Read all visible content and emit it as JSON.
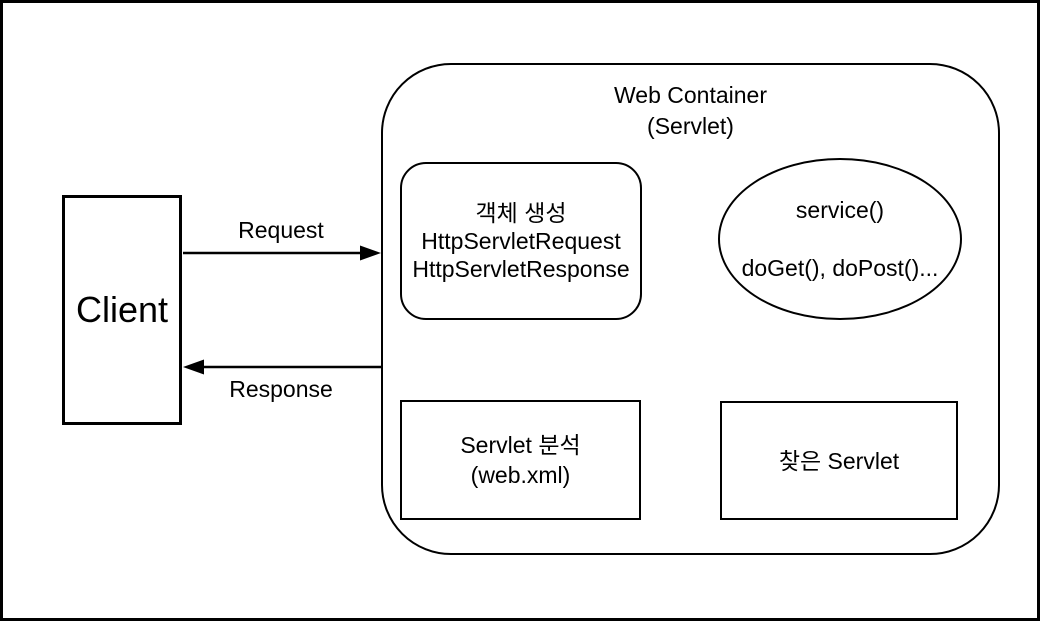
{
  "colors": {
    "stroke": "#000000",
    "background": "#ffffff",
    "text": "#000000"
  },
  "client": {
    "label": "Client"
  },
  "web_container": {
    "title_lines": [
      "Web Container",
      "(Servlet)"
    ]
  },
  "nodes": {
    "object_creation": {
      "lines": [
        "객체 생성",
        "HttpServletRequest",
        "HttpServletResponse"
      ]
    },
    "service_ellipse": {
      "lines": [
        "service()",
        "doGet(), doPost()..."
      ]
    },
    "servlet_analysis": {
      "lines": [
        "Servlet 분석",
        "(web.xml)"
      ]
    },
    "found_servlet": {
      "label": "찾은 Servlet"
    }
  },
  "edge_labels": {
    "request": "Request",
    "response": "Response"
  }
}
